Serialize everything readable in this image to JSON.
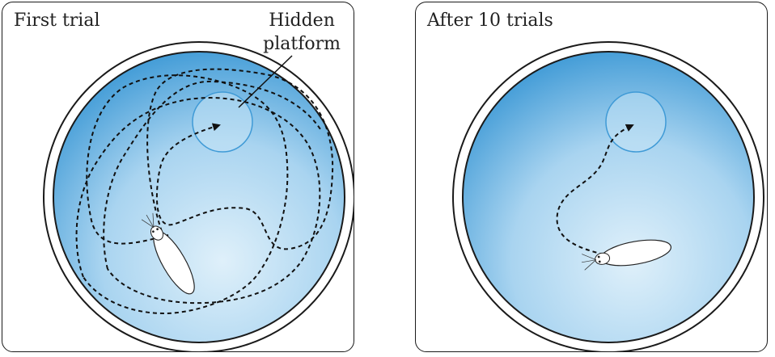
{
  "panels": [
    {
      "title": "First trial",
      "callout": "Hidden platform",
      "callout_lines": [
        "Hidden",
        "platform"
      ]
    },
    {
      "title": "After 10 trials"
    }
  ],
  "colors": {
    "water_edge": "#3a9ad8",
    "water_center": "#d8ecf8",
    "outline": "#1a1a1a",
    "path": "#111111",
    "platform": "#4aa3dc"
  }
}
